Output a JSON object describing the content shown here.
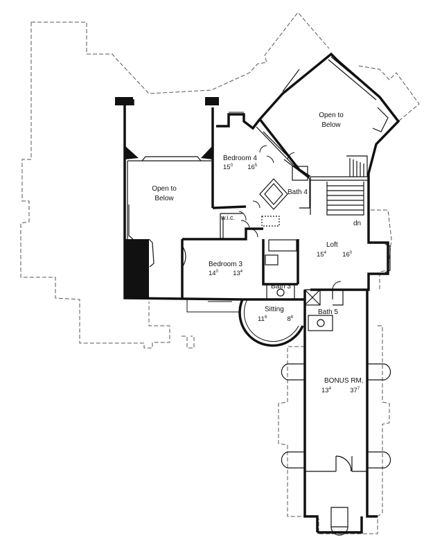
{
  "rooms": {
    "open_below_right": {
      "line1": "Open to",
      "line2": "Below"
    },
    "open_below_left": {
      "line1": "Open to",
      "line2": "Below"
    },
    "bedroom4": {
      "name": "Bedroom 4",
      "w_ft": "15",
      "w_in": "0",
      "l_ft": "16",
      "l_in": "5"
    },
    "bath4": {
      "name": "Bath 4"
    },
    "wic": {
      "name": "w.i.c."
    },
    "loft": {
      "name": "Loft",
      "w_ft": "15",
      "w_in": "4",
      "l_ft": "16",
      "l_in": "0"
    },
    "dn": {
      "name": "dn"
    },
    "bedroom3": {
      "name": "Bedroom 3",
      "w_ft": "14",
      "w_in": "0",
      "l_ft": "13",
      "l_in": "4"
    },
    "bath3": {
      "name": "Bath 3"
    },
    "sitting": {
      "name": "Sitting",
      "w_ft": "11",
      "w_in": "8",
      "l_ft": "8",
      "l_in": "6"
    },
    "bath5": {
      "name": "Bath 5"
    },
    "bonus": {
      "name": "BONUS RM.",
      "w_ft": "13",
      "w_in": "4",
      "l_ft": "37",
      "l_in": "7"
    }
  }
}
